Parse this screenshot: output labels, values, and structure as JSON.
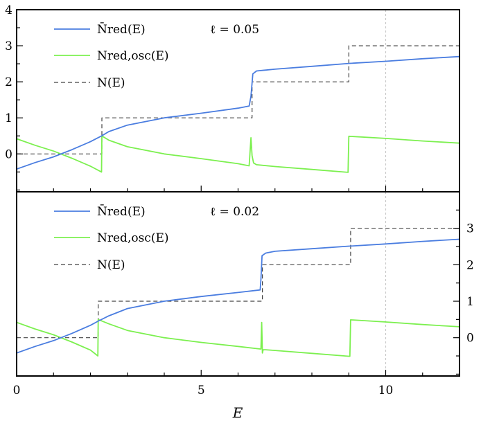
{
  "figure": {
    "xlabel": "E",
    "xlim": [
      0,
      12
    ],
    "x_ticks": [
      0,
      5,
      10
    ],
    "x_minor_step": 1,
    "vline_x": 10,
    "colors": {
      "smooth": "#4a7de0",
      "osc": "#7cf04f",
      "staircase": "#444444",
      "vline": "#c8c8c8"
    }
  },
  "chart_data": [
    {
      "type": "line",
      "panel": "top",
      "annotation": "ℓ = 0.05",
      "xlabel": "",
      "ylabel": "",
      "xlim": [
        0,
        12
      ],
      "ylim": [
        -1.05,
        4.0
      ],
      "y_ticks": [
        0,
        1,
        2,
        3,
        4
      ],
      "y_minor_step": 0.5,
      "y_axis_side": "left",
      "legend": {
        "placement": "top-left",
        "entries": [
          "N̄red(E)",
          "Nred,osc(E)",
          "N(E)"
        ]
      },
      "series": [
        {
          "name": "N̄red(E)",
          "style": "solid",
          "color": "#4a7de0",
          "x": [
            0,
            0.5,
            1,
            1.5,
            2,
            2.3,
            2.5,
            3,
            4,
            5,
            6,
            6.3,
            6.35,
            6.4,
            6.5,
            7,
            8,
            9,
            10,
            11,
            12
          ],
          "y": [
            -0.42,
            -0.24,
            -0.08,
            0.12,
            0.34,
            0.5,
            0.62,
            0.8,
            1.0,
            1.13,
            1.27,
            1.33,
            1.6,
            2.22,
            2.3,
            2.35,
            2.43,
            2.51,
            2.57,
            2.64,
            2.7
          ]
        },
        {
          "name": "Nred,osc(E)",
          "style": "solid",
          "color": "#7cf04f",
          "x": [
            0,
            0.5,
            1,
            1.5,
            2,
            2.3,
            2.31,
            2.5,
            3,
            4,
            5,
            6,
            6.3,
            6.35,
            6.38,
            6.42,
            6.5,
            7,
            8,
            8.98,
            9.0,
            10,
            11,
            12
          ],
          "y": [
            0.42,
            0.24,
            0.08,
            -0.12,
            -0.34,
            -0.5,
            0.5,
            0.38,
            0.2,
            0.0,
            -0.13,
            -0.27,
            -0.33,
            0.45,
            -0.05,
            -0.25,
            -0.3,
            -0.35,
            -0.43,
            -0.51,
            0.49,
            0.43,
            0.36,
            0.3
          ]
        },
        {
          "name": "N(E)",
          "style": "dashed",
          "color": "#444444",
          "x": [
            0,
            2.31,
            2.31,
            6.38,
            6.38,
            9.0,
            9.0,
            12
          ],
          "y": [
            0,
            0,
            1,
            1,
            2,
            2,
            3,
            3
          ]
        }
      ]
    },
    {
      "type": "line",
      "panel": "bottom",
      "annotation": "ℓ = 0.02",
      "xlabel": "E",
      "ylabel": "",
      "xlim": [
        0,
        12
      ],
      "ylim": [
        -1.05,
        4.0
      ],
      "y_ticks": [
        0,
        1,
        2,
        3
      ],
      "y_minor_step": 0.5,
      "y_axis_side": "right",
      "legend": {
        "placement": "top-left",
        "entries": [
          "N̄red(E)",
          "Nred,osc(E)",
          "N(E)"
        ]
      },
      "series": [
        {
          "name": "N̄red(E)",
          "style": "solid",
          "color": "#4a7de0",
          "x": [
            0,
            0.5,
            1,
            1.5,
            2,
            2.2,
            2.5,
            3,
            4,
            5,
            6,
            6.6,
            6.62,
            6.65,
            6.75,
            7,
            8,
            9,
            10,
            11,
            12
          ],
          "y": [
            -0.42,
            -0.24,
            -0.08,
            0.12,
            0.34,
            0.45,
            0.6,
            0.8,
            1.0,
            1.13,
            1.24,
            1.31,
            1.6,
            2.25,
            2.32,
            2.37,
            2.44,
            2.51,
            2.57,
            2.64,
            2.7
          ]
        },
        {
          "name": "Nred,osc(E)",
          "style": "solid",
          "color": "#7cf04f",
          "x": [
            0,
            0.5,
            1,
            1.5,
            2,
            2.2,
            2.21,
            2.5,
            3,
            4,
            5,
            6,
            6.6,
            6.62,
            6.64,
            6.66,
            6.68,
            6.75,
            7,
            8,
            9.03,
            9.05,
            10,
            11,
            12
          ],
          "y": [
            0.42,
            0.24,
            0.08,
            -0.12,
            -0.34,
            -0.5,
            0.5,
            0.38,
            0.2,
            0.0,
            -0.13,
            -0.24,
            -0.31,
            -0.31,
            0.42,
            -0.42,
            -0.33,
            -0.33,
            -0.35,
            -0.43,
            -0.51,
            0.49,
            0.43,
            0.36,
            0.3
          ]
        },
        {
          "name": "N(E)",
          "style": "dashed",
          "color": "#444444",
          "x": [
            0,
            2.21,
            2.21,
            6.66,
            6.66,
            9.05,
            9.05,
            12
          ],
          "y": [
            0,
            0,
            1,
            1,
            2,
            2,
            3,
            3
          ]
        }
      ]
    }
  ]
}
